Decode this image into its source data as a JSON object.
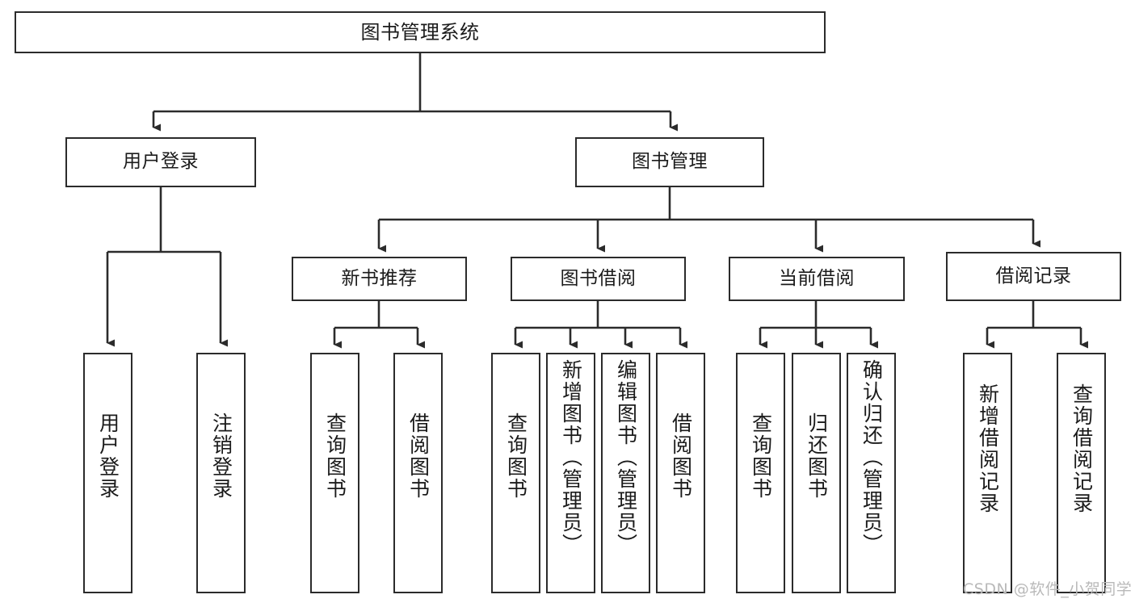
{
  "diagram": {
    "title": "图书管理系统",
    "type": "tree-hierarchy",
    "orientation": "top-down",
    "colors": {
      "box_stroke": "#2b2b2b",
      "box_fill": "#ffffff",
      "edge_stroke": "#2b2b2b",
      "text": "#1b1b1b",
      "watermark": "#b9b9b9"
    }
  },
  "nodes": {
    "root": {
      "label": "图书管理系统"
    },
    "level2": [
      {
        "label": "用户登录"
      },
      {
        "label": "图书管理"
      }
    ],
    "level3": [
      {
        "label": "新书推荐"
      },
      {
        "label": "图书借阅"
      },
      {
        "label": "当前借阅"
      },
      {
        "label": "借阅记录"
      }
    ],
    "leaves": {
      "user_login": [
        {
          "label": "用户登录"
        },
        {
          "label": "注销登录"
        }
      ],
      "new_book_recommend": [
        {
          "label": "查询图书"
        },
        {
          "label": "借阅图书"
        }
      ],
      "book_borrow": [
        {
          "label": "查询图书"
        },
        {
          "label": "新增图书（管理员）"
        },
        {
          "label": "编辑图书（管理员）"
        },
        {
          "label": "借阅图书"
        }
      ],
      "current_borrow": [
        {
          "label": "查询图书"
        },
        {
          "label": "归还图书"
        },
        {
          "label": "确认归还（管理员）"
        }
      ],
      "borrow_record": [
        {
          "label": "新增借阅记录"
        },
        {
          "label": "查询借阅记录"
        }
      ]
    }
  },
  "watermark": {
    "text": "CSDN @软件_小贺同学"
  }
}
